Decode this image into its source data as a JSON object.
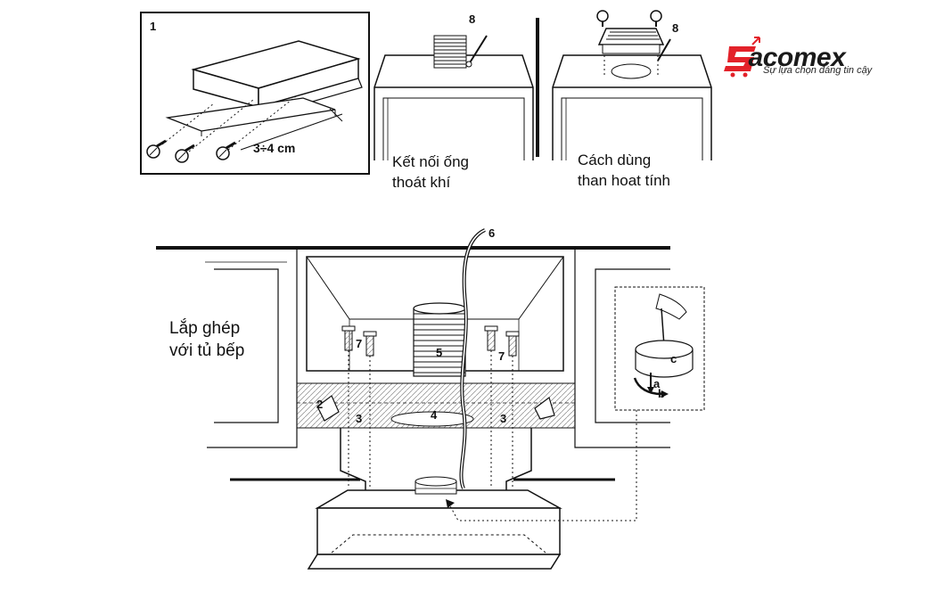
{
  "brand": {
    "name": "acomex",
    "initial": "S",
    "tagline": "Sự lựa chọn đáng tin cậy",
    "color": "#e3222a"
  },
  "panel1": {
    "step": "1",
    "dimension": "3÷4 cm"
  },
  "panel2": {
    "step": "8",
    "caption_line1": "Kết nối ống",
    "caption_line2": "thoát khí"
  },
  "panel3": {
    "step": "8",
    "caption_line1": "Cách dùng",
    "caption_line2": "than hoat tính"
  },
  "main": {
    "caption_line1": "Lắp ghép",
    "caption_line2": "với tủ bếp",
    "label_6": "6",
    "label_5": "5",
    "label_7_left": "7",
    "label_7_right": "7",
    "label_2": "2",
    "label_3_left": "3",
    "label_3_right": "3",
    "label_4": "4",
    "inset_a": "a",
    "inset_b": "b",
    "inset_c": "c"
  }
}
